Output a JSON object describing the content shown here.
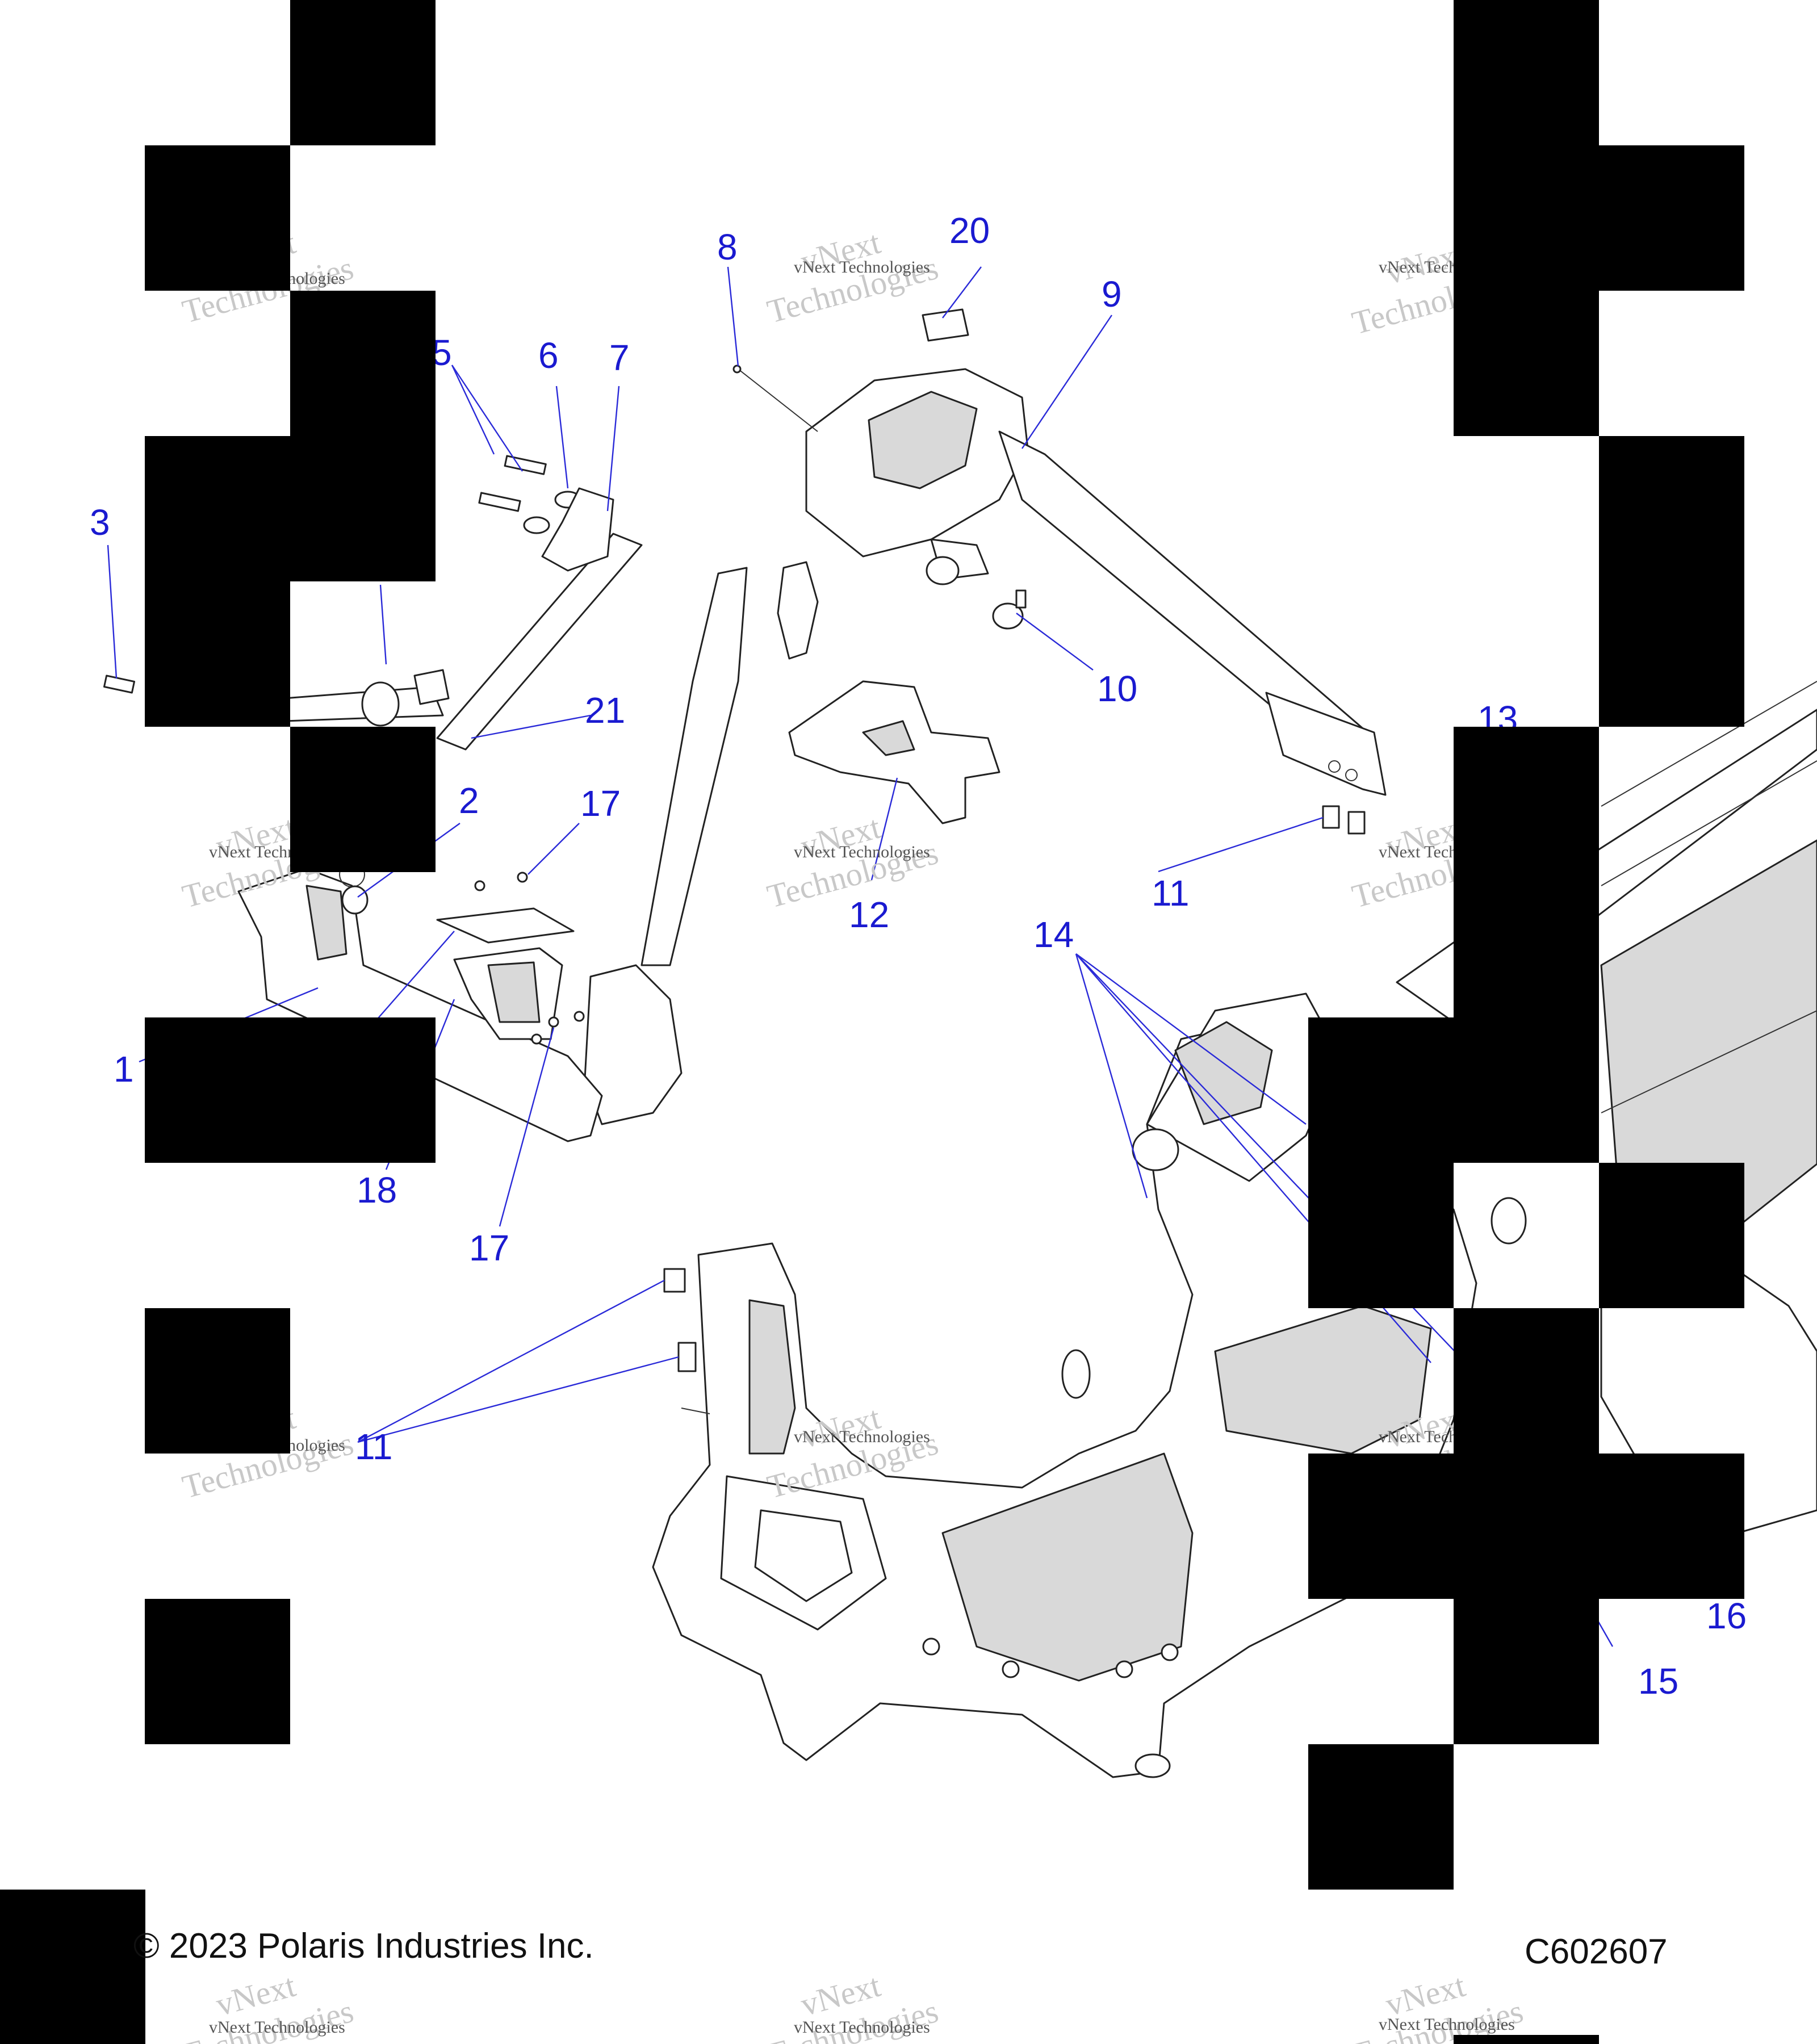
{
  "diagram": {
    "callouts": [
      {
        "id": "1",
        "label": "1"
      },
      {
        "id": "2",
        "label": "2"
      },
      {
        "id": "3",
        "label": "3"
      },
      {
        "id": "5",
        "label": "5"
      },
      {
        "id": "6",
        "label": "6"
      },
      {
        "id": "7",
        "label": "7"
      },
      {
        "id": "8",
        "label": "8"
      },
      {
        "id": "9",
        "label": "9"
      },
      {
        "id": "10",
        "label": "10"
      },
      {
        "id": "11a",
        "label": "11"
      },
      {
        "id": "11b",
        "label": "11"
      },
      {
        "id": "12",
        "label": "12"
      },
      {
        "id": "13",
        "label": "13"
      },
      {
        "id": "14",
        "label": "14"
      },
      {
        "id": "15",
        "label": "15"
      },
      {
        "id": "16",
        "label": "16"
      },
      {
        "id": "17a",
        "label": "17"
      },
      {
        "id": "17b",
        "label": "17"
      },
      {
        "id": "18",
        "label": "18"
      },
      {
        "id": "20",
        "label": "20"
      },
      {
        "id": "21",
        "label": "21"
      }
    ],
    "watermark": {
      "line_top": "vNext",
      "line_bottom": "Technologies",
      "small": "vNext Technologies"
    },
    "colors": {
      "callout": "#1a1ad0",
      "block": "#000000",
      "part_shade": "#d9d9d9"
    }
  },
  "footer": {
    "copyright": "© 2023 Polaris Industries Inc.",
    "figure_code": "C602607"
  }
}
